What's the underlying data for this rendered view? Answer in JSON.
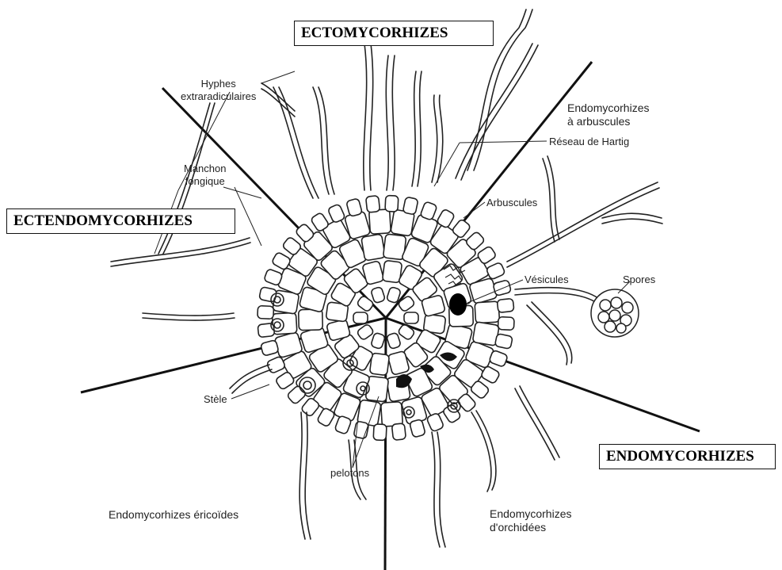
{
  "categories": {
    "ecto": "ECTOMYCORHIZES",
    "ectendo": "ECTENDOMYCORHIZES",
    "endo": "ENDOMYCORHIZES"
  },
  "zones": {
    "arbuscules_line1": "Endomycorhizes",
    "arbuscules_line2": "à arbuscules",
    "ericoides": "Endomycorhizes éricoïdes",
    "orchidees_line1": "Endomycorhizes",
    "orchidees_line2": "d'orchidées"
  },
  "labels": {
    "hyphes_line1": "Hyphes",
    "hyphes_line2": "extraradiculaires",
    "manchon_line1": "Manchon",
    "manchon_line2": "fongique",
    "hartig": "Réseau de Hartig",
    "arbuscules": "Arbuscules",
    "vesicules": "Vésicules",
    "spores": "Spores",
    "stele": "Stèle",
    "pelotons": "pelotons"
  },
  "colors": {
    "line": "#111111",
    "cell": "#222222",
    "vesicle": "#000000"
  }
}
